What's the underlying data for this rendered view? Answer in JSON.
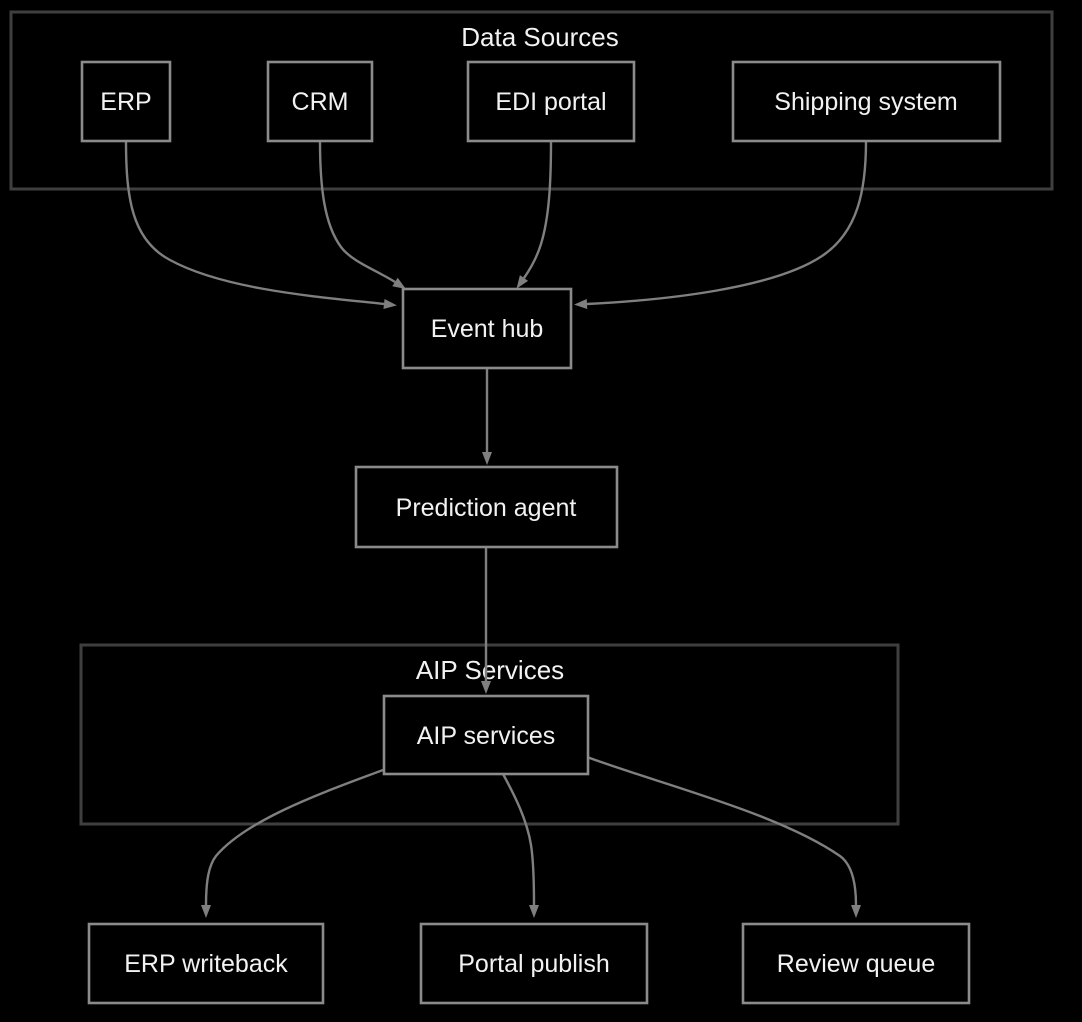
{
  "diagram": {
    "colors": {
      "background": "#000000",
      "node_border": "#8b8b8b",
      "cluster_border": "#3f3f3f",
      "edge": "#7f7f7f",
      "text": "#f2f2f2"
    },
    "clusters": [
      {
        "id": "data-sources",
        "label": "Data Sources"
      },
      {
        "id": "aip-services",
        "label": "AIP Services"
      }
    ],
    "nodes": [
      {
        "id": "erp",
        "label": "ERP"
      },
      {
        "id": "crm",
        "label": "CRM"
      },
      {
        "id": "edi-portal",
        "label": "EDI portal"
      },
      {
        "id": "shipping-system",
        "label": "Shipping system"
      },
      {
        "id": "event-hub",
        "label": "Event hub"
      },
      {
        "id": "prediction-agent",
        "label": "Prediction agent"
      },
      {
        "id": "aip-services-node",
        "label": "AIP services"
      },
      {
        "id": "erp-writeback",
        "label": "ERP writeback"
      },
      {
        "id": "portal-publish",
        "label": "Portal publish"
      },
      {
        "id": "review-queue",
        "label": "Review queue"
      }
    ],
    "edges": [
      {
        "from": "ERP",
        "to": "Event hub"
      },
      {
        "from": "CRM",
        "to": "Event hub"
      },
      {
        "from": "EDI portal",
        "to": "Event hub"
      },
      {
        "from": "Shipping system",
        "to": "Event hub"
      },
      {
        "from": "Event hub",
        "to": "Prediction agent"
      },
      {
        "from": "Prediction agent",
        "to": "AIP services"
      },
      {
        "from": "AIP services",
        "to": "ERP writeback"
      },
      {
        "from": "AIP services",
        "to": "Portal publish"
      },
      {
        "from": "AIP services",
        "to": "Review queue"
      }
    ]
  }
}
